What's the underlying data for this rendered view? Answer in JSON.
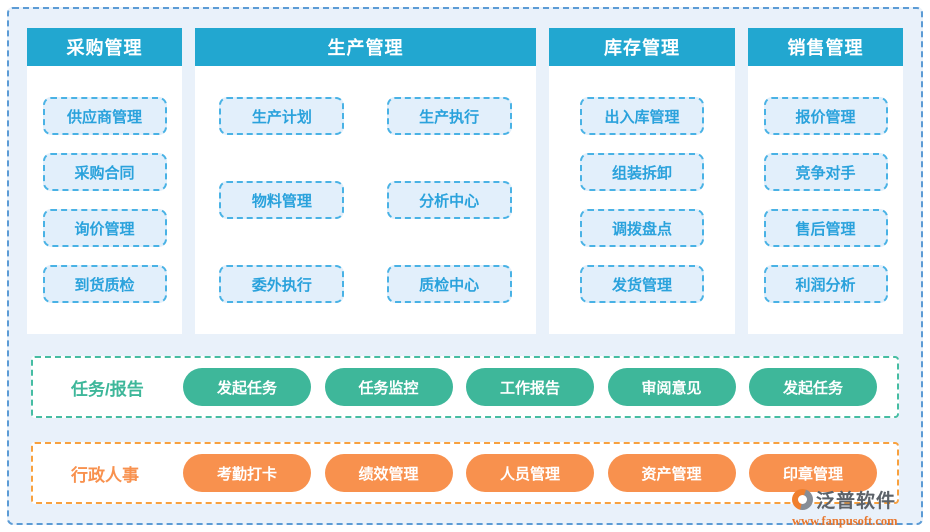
{
  "colors": {
    "frame_border": "#5b9bd5",
    "page_background": "#e9f1fa",
    "panel_header_bg": "#22a7d0",
    "tile_bg": "#e2effb",
    "tile_border": "#49b2e5",
    "tile_text": "#2aa2dc",
    "task_green": "#3eb79a",
    "hr_orange": "#f8914e"
  },
  "panels": [
    {
      "title": "采购管理",
      "items": [
        "供应商管理",
        "采购合同",
        "询价管理",
        "到货质检"
      ]
    },
    {
      "title": "生产管理",
      "items": [
        "生产计划",
        "生产执行",
        "物料管理",
        "分析中心",
        "委外执行",
        "质检中心"
      ]
    },
    {
      "title": "库存管理",
      "items": [
        "出入库管理",
        "组装拆卸",
        "调拨盘点",
        "发货管理"
      ]
    },
    {
      "title": "销售管理",
      "items": [
        "报价管理",
        "竞争对手",
        "售后管理",
        "利润分析"
      ]
    }
  ],
  "task_row": {
    "label": "任务/报告",
    "pills": [
      "发起任务",
      "任务监控",
      "工作报告",
      "审阅意见",
      "发起任务"
    ]
  },
  "hr_row": {
    "label": "行政人事",
    "pills": [
      "考勤打卡",
      "绩效管理",
      "人员管理",
      "资产管理",
      "印章管理"
    ]
  },
  "watermark": {
    "brand": "泛普软件",
    "url": "www.fanpusoft.com"
  }
}
